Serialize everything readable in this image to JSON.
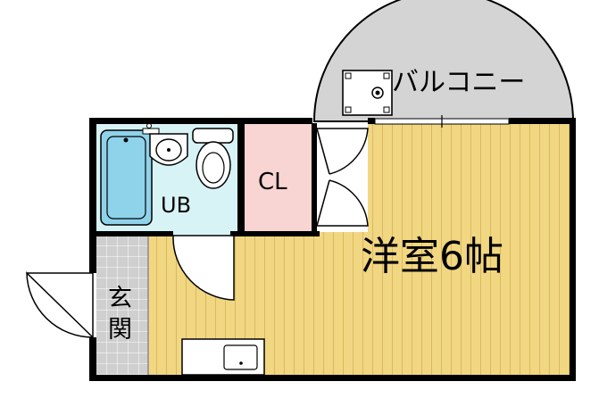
{
  "plan": {
    "rooms": {
      "western_room": "洋室6帖",
      "unit_bath": "UB",
      "closet": "CL",
      "entrance_line1": "玄",
      "entrance_line2": "関",
      "balcony": "バルコニー"
    }
  },
  "colors": {
    "floor_wood": "#f2d783",
    "floor_wood_stripe": "#d9b95e",
    "bathroom": "#d7f3f6",
    "bathtub": "#8fd3ea",
    "closet": "#f8d4d2",
    "balcony": "#d4d4d4",
    "entrance_tile": "#cfcfcf",
    "wall": "#000000"
  }
}
